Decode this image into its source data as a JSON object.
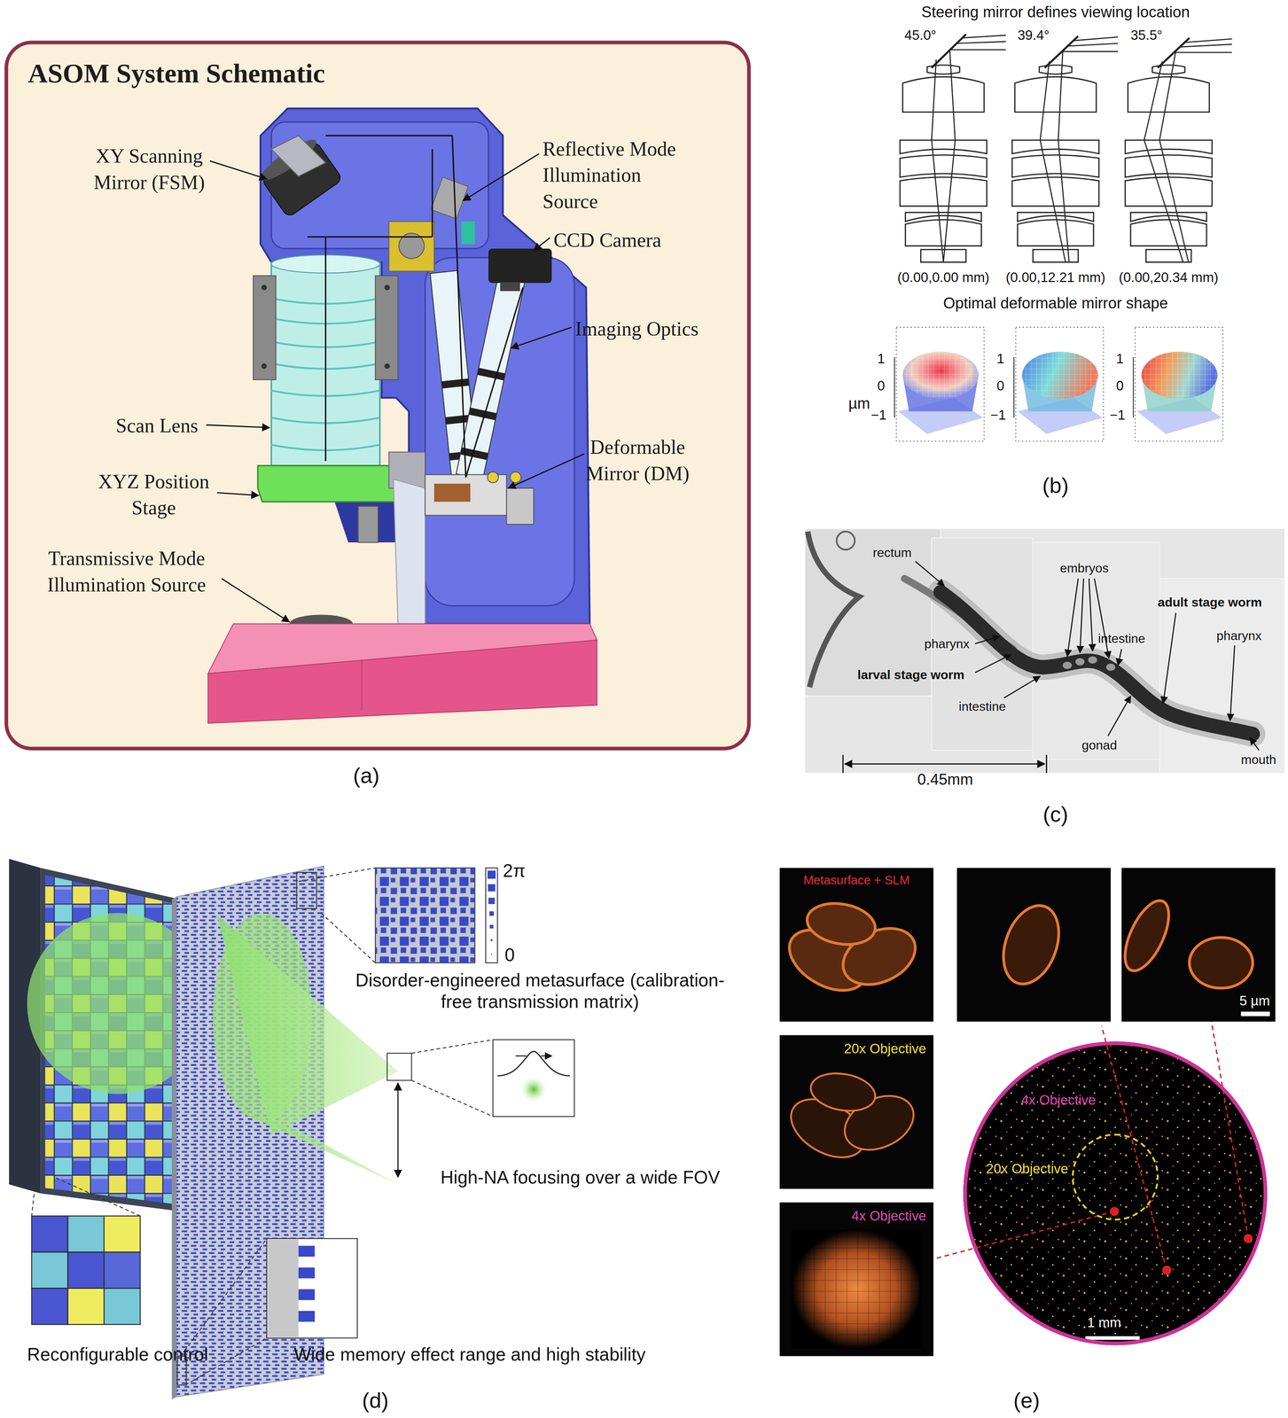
{
  "diagram": {
    "nodes": [
      {
        "text": [
          "ASOM System Schematic"
        ]
      },
      {
        "text": [
          "Metasurface + SLM"
        ]
      },
      {
        "text": [
          "20x Objective"
        ]
      },
      {
        "text": [
          "4x Objective"
        ]
      },
      {
        "text": [
          "5 µm"
        ]
      },
      {
        "text": [
          "4x Objective",
          "1 mm"
        ]
      },
      {
        "text": [
          "20x Objective"
        ],
        "in": 5
      }
    ],
    "edges": [
      {
        "from": 6,
        "to": 3,
        "arrow": "none"
      },
      {
        "from": 5,
        "to": 4,
        "arrow": "none"
      }
    ],
    "labels": [
      "XY Scanning Mirror (FSM)",
      "Reflective Mode Illumination Source",
      "CCD Camera",
      "Imaging Optics",
      "Scan Lens",
      "XYZ Position Stage",
      "Deformable Mirror (DM)",
      "Transmissive Mode Illumination Source",
      "(a)",
      "Steering mirror defines viewing location",
      "45.0°",
      "39.4°",
      "35.5°",
      "(0.00,0.00 mm)",
      "(0.00,12.21 mm)",
      "(0.00,20.34 mm)",
      "Optimal deformable mirror shape",
      "µm",
      "1",
      "0",
      "−1",
      "1",
      "0",
      "−1",
      "1",
      "0",
      "−1",
      "(b)",
      "rectum",
      "pharynx",
      "larval stage worm",
      "intestine",
      "embryos",
      "intestine",
      "adult stage worm",
      "gonad",
      "pharynx",
      "mouth",
      "0.45mm",
      "(c)",
      "2π",
      "0",
      "Disorder-engineered metasurface (calibration-free transmission matrix)",
      "High-NA focusing over a wide FOV",
      "Reconfigurable control",
      "Wide memory effect range and high stability",
      "(d)",
      "(e)"
    ]
  }
}
